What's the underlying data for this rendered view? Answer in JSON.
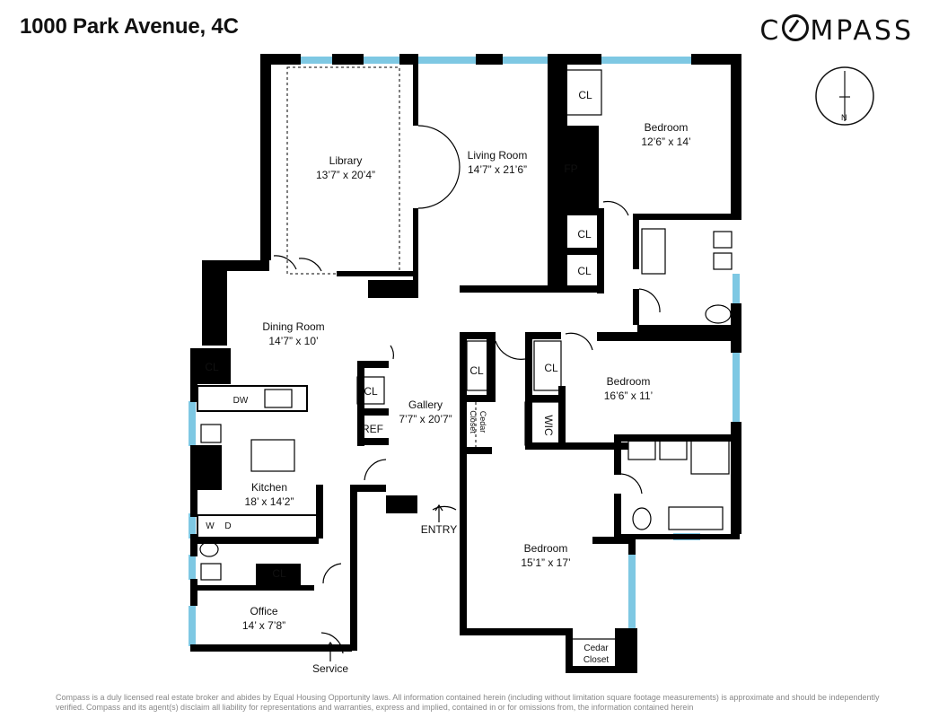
{
  "header": {
    "title": "1000 Park Avenue, 4C",
    "brand": "COMPASS"
  },
  "compass": {
    "north_label": "N"
  },
  "rooms": {
    "library": {
      "name": "Library",
      "size": "13’7” x 20’4”"
    },
    "living": {
      "name": "Living Room",
      "size": "14’7” x 21’6”"
    },
    "bedroom1": {
      "name": "Bedroom",
      "size": "12’6” x 14’"
    },
    "dining": {
      "name": "Dining Room",
      "size": "14’7” x 10’"
    },
    "gallery": {
      "name": "Gallery",
      "size": "7’7” x 20’7”"
    },
    "bedroom2": {
      "name": "Bedroom",
      "size": "16’6” x 11’"
    },
    "kitchen": {
      "name": "Kitchen",
      "size": "18’ x 14’2”"
    },
    "bedroom3": {
      "name": "Bedroom",
      "size": "15’1” x 17’"
    },
    "office": {
      "name": "Office",
      "size": "14’ x 7’8”"
    }
  },
  "fixtures": {
    "cl": "CL",
    "fp": "FP",
    "dw": "DW",
    "ref": "REF",
    "wic": "WIC",
    "w": "W",
    "d": "D",
    "cedar_1": "Cedar",
    "cedar_2": "Closet"
  },
  "entrances": {
    "entry": "ENTRY",
    "service": "Service"
  },
  "colors": {
    "wall": "#000000",
    "window": "#7ec8e3"
  },
  "disclaimer": "Compass is a duly licensed real estate broker and abides by Equal Housing Opportunity laws.  All information contained herein (including without limitation square footage measurements) is approximate and should be independently verified. Compass and its agent(s) disclaim all liability for representations and warranties, express and implied, contained in or for omissions from, the information contained herein"
}
